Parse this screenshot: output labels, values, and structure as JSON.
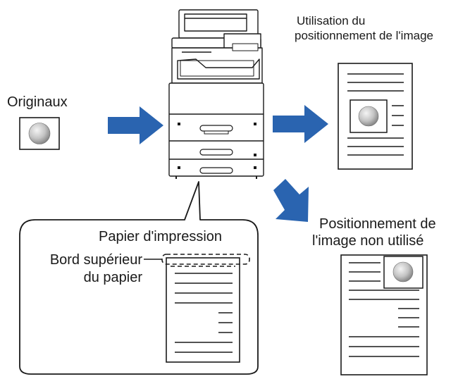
{
  "labels": {
    "originals": "Originaux",
    "with_positioning_line1": "Utilisation du",
    "with_positioning_line2": "positionnement de l'image",
    "without_positioning_line1": "Positionnement de",
    "without_positioning_line2": "l'image non utilisé",
    "print_paper": "Papier d'impression",
    "top_edge_line1": "Bord supérieur",
    "top_edge_line2": "du papier"
  },
  "colors": {
    "arrow": "#2a64b0",
    "outline": "#1a1a1a",
    "image_circle_light": "#f2f2f2",
    "image_circle_dark": "#8a8a8a"
  },
  "icons": {
    "copier": "copier-icon",
    "original": "original-image-icon",
    "output_with": "output-page-positioned-icon",
    "output_without": "output-page-unpositioned-icon",
    "print_paper": "print-paper-icon"
  }
}
